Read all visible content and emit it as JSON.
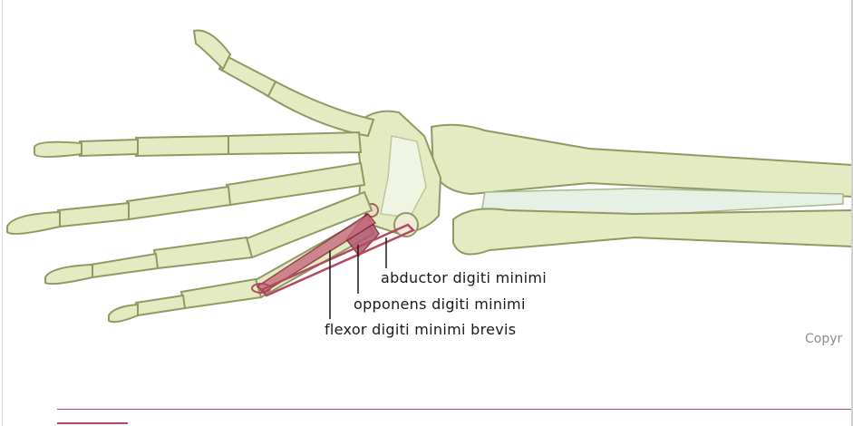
{
  "labels": {
    "abductor": "abductor digiti minimi",
    "opponens": "opponens digiti minimi",
    "flexor": "flexor digiti minimi brevis"
  },
  "copyright": "Copyr",
  "colors": {
    "bone_fill": "#e4ebc2",
    "bone_stroke": "#8f9a62",
    "muscle_fill": "#b2566f",
    "muscle_stroke": "#7f1f33",
    "accent_line": "#b24a62"
  }
}
